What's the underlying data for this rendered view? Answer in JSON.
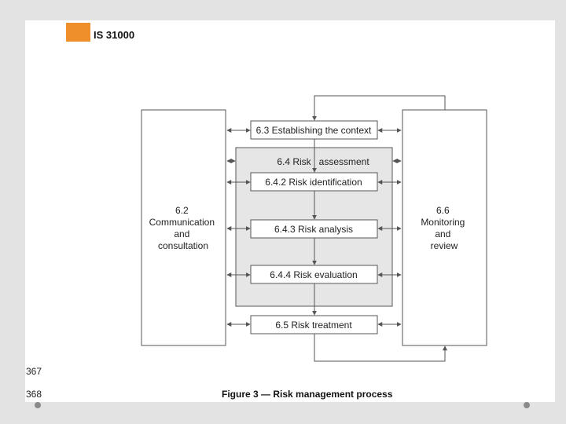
{
  "header": {
    "title": "IS 31000"
  },
  "line_numbers": [
    "367",
    "368"
  ],
  "caption": "Figure 3 — Risk management process",
  "diagram": {
    "left_box": [
      "6.2",
      "Communication",
      "and",
      "consultation"
    ],
    "right_box": [
      "6.6",
      "Monitoring",
      "and",
      "review"
    ],
    "context": "6.3 Establishing the context",
    "assessment_label": "6.4 Risk   assessment",
    "identification": "6.4.2 Risk identification",
    "analysis": "6.4.3 Risk analysis",
    "evaluation": "6.4.4 Risk evaluation",
    "treatment": "6.5 Risk treatment"
  },
  "colors": {
    "accent": "#ef8f2c",
    "assessment_fill": "#e6e6e6",
    "stroke": "#555555"
  }
}
